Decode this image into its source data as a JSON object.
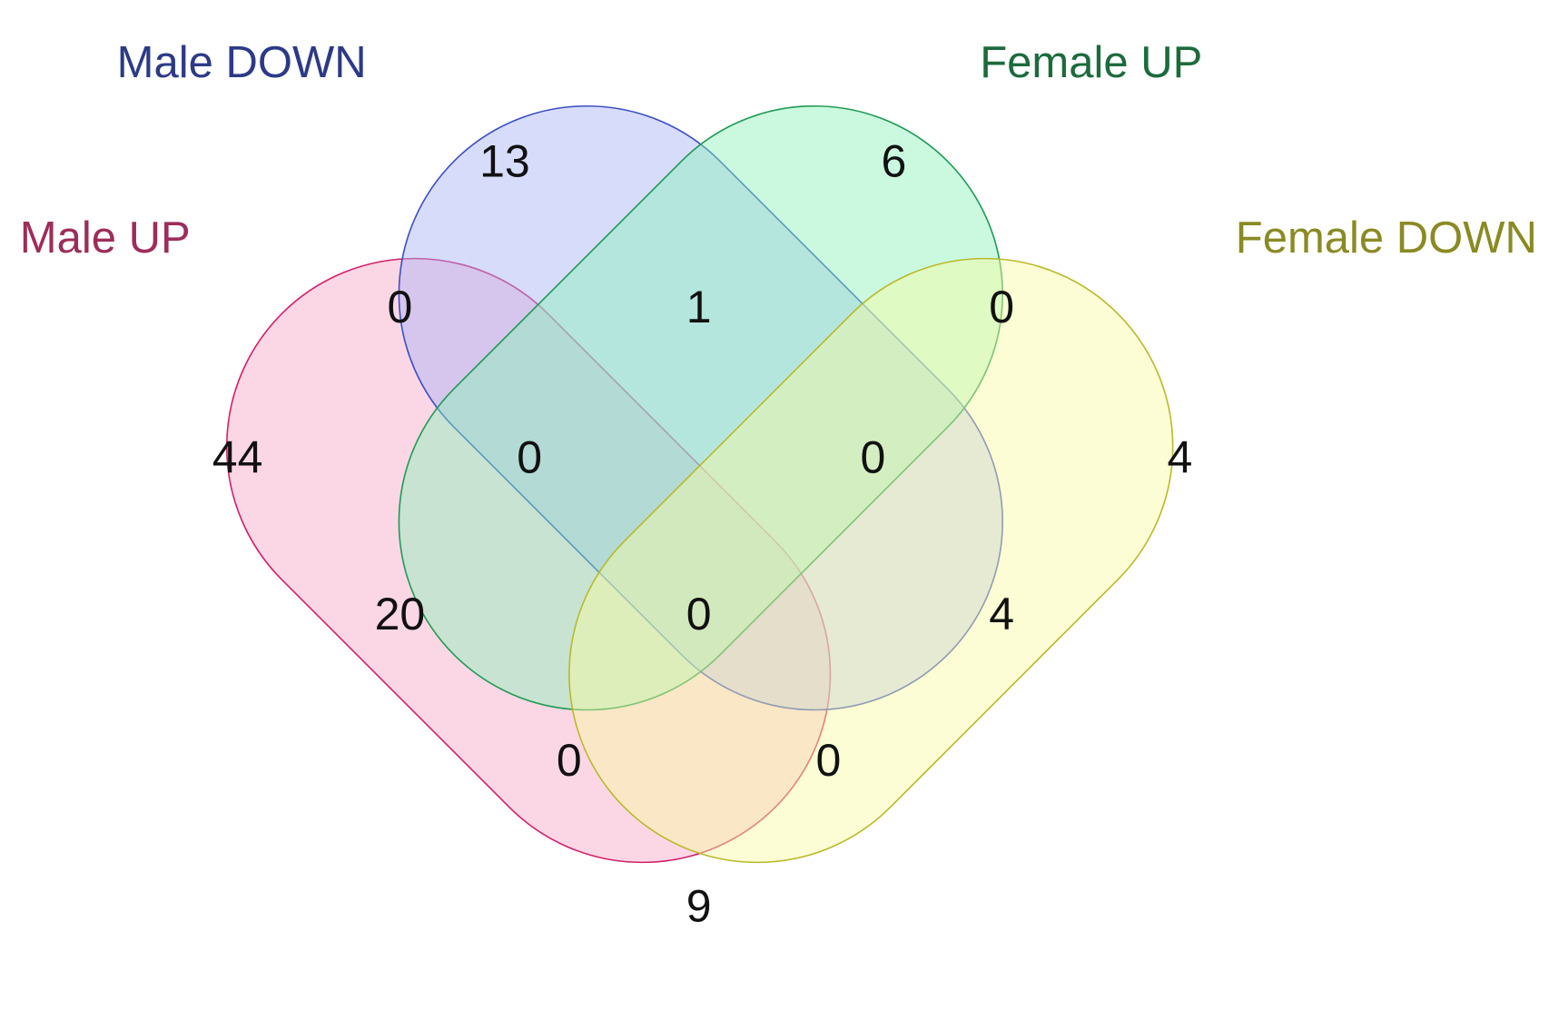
{
  "venn": {
    "sets": [
      {
        "id": "male-up",
        "label": "Male UP",
        "fill": "#f7a6c8",
        "stroke": "#d21f6a",
        "text_color": "#9c2d5a"
      },
      {
        "id": "male-down",
        "label": "Male DOWN",
        "fill": "#a9b1f6",
        "stroke": "#3b4fc4",
        "text_color": "#2c3a86"
      },
      {
        "id": "female-up",
        "label": "Female UP",
        "fill": "#8af2b8",
        "stroke": "#1f9a55",
        "text_color": "#1c6b3d"
      },
      {
        "id": "female-down",
        "label": "Female DOWN",
        "fill": "#f9fba0",
        "stroke": "#b9b92a",
        "text_color": "#8a8a24"
      }
    ],
    "regions": [
      {
        "id": "only-male-down",
        "sets": [
          "male-down"
        ],
        "count": "13"
      },
      {
        "id": "only-female-up",
        "sets": [
          "female-up"
        ],
        "count": "6"
      },
      {
        "id": "male-up-male-down",
        "sets": [
          "male-up",
          "male-down"
        ],
        "count": "0"
      },
      {
        "id": "male-down-female-up",
        "sets": [
          "male-down",
          "female-up"
        ],
        "count": "1"
      },
      {
        "id": "female-up-female-down",
        "sets": [
          "female-up",
          "female-down"
        ],
        "count": "0"
      },
      {
        "id": "only-male-up",
        "sets": [
          "male-up"
        ],
        "count": "44"
      },
      {
        "id": "male-up-male-down-female-up",
        "sets": [
          "male-up",
          "male-down",
          "female-up"
        ],
        "count": "0"
      },
      {
        "id": "male-down-female-up-female-down",
        "sets": [
          "male-down",
          "female-up",
          "female-down"
        ],
        "count": "0"
      },
      {
        "id": "only-female-down",
        "sets": [
          "female-down"
        ],
        "count": "4"
      },
      {
        "id": "male-up-female-up",
        "sets": [
          "male-up",
          "female-up"
        ],
        "count": "20"
      },
      {
        "id": "all-four",
        "sets": [
          "male-up",
          "male-down",
          "female-up",
          "female-down"
        ],
        "count": "0"
      },
      {
        "id": "male-down-female-down",
        "sets": [
          "male-down",
          "female-down"
        ],
        "count": "4"
      },
      {
        "id": "male-up-female-up-female-down",
        "sets": [
          "male-up",
          "female-up",
          "female-down"
        ],
        "count": "0"
      },
      {
        "id": "male-up-male-down-female-down",
        "sets": [
          "male-up",
          "male-down",
          "female-down"
        ],
        "count": "0"
      },
      {
        "id": "male-up-female-down",
        "sets": [
          "male-up",
          "female-down"
        ],
        "count": "9"
      }
    ]
  }
}
